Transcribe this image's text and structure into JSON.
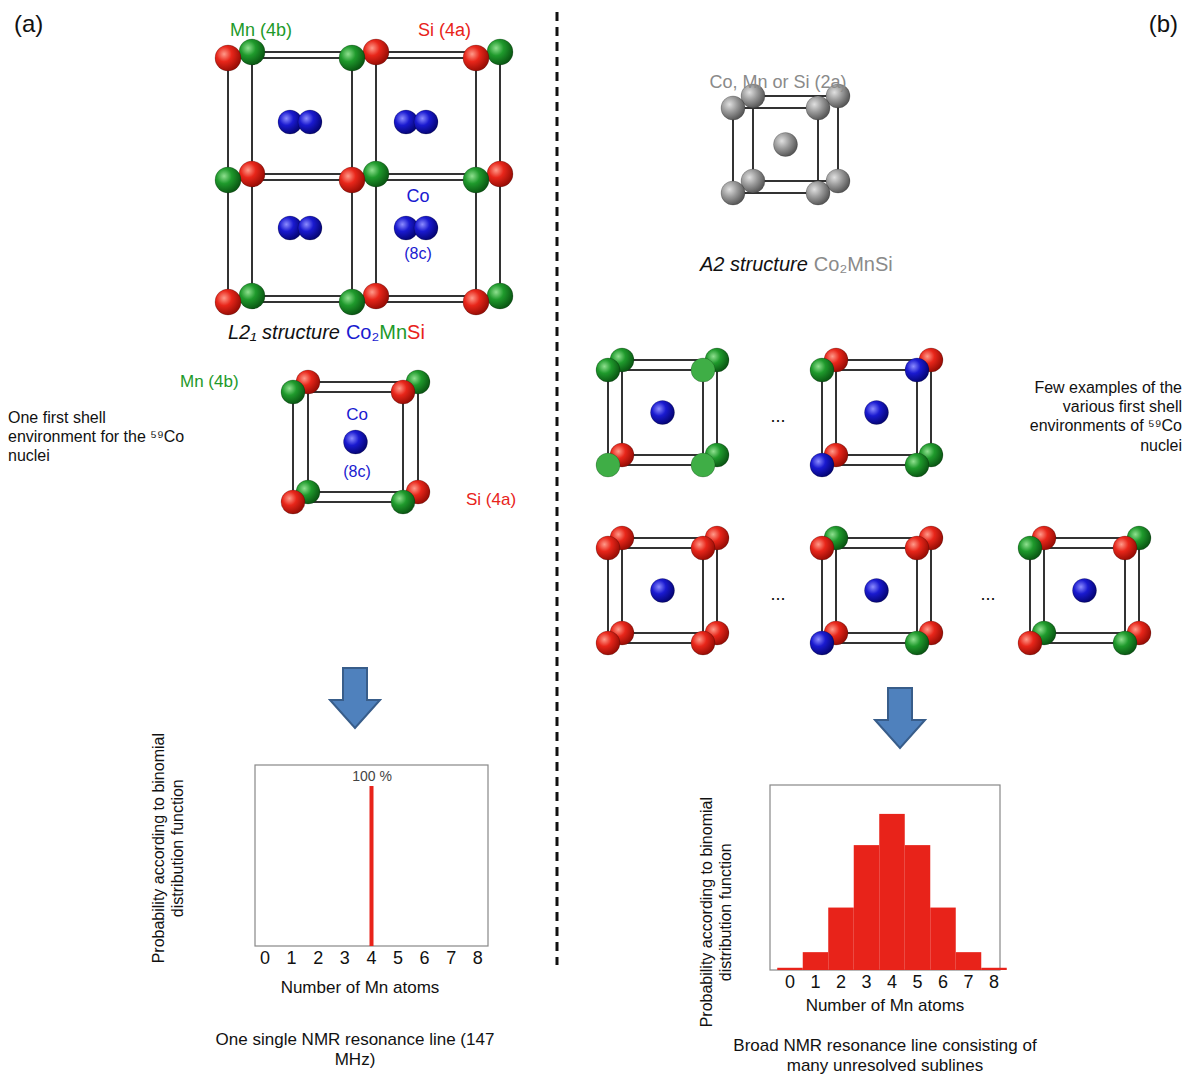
{
  "diagram": {
    "labels": [
      "(a)",
      "(b)",
      "Mn (4b)",
      "Si (4a)",
      "Co",
      "(8c)",
      "L2₁ structure",
      "Co₂",
      "Mn",
      "Si",
      "Mn (4b)",
      "One first shell environment for the ⁵⁹Co nuclei",
      "Co",
      "(8c)",
      "Si (4a)",
      "Probability according to binomial distribution function",
      "100 %",
      "0",
      "1",
      "2",
      "3",
      "4",
      "5",
      "6",
      "7",
      "8",
      "Number of Mn atoms",
      "One single NMR resonance line (147 MHz)",
      "Co, Mn or Si (2a)",
      "A2 structure",
      "Co₂MnSi",
      "Few examples of the various first shell environments of ⁵⁹Co nuclei",
      "...",
      "...",
      "...",
      "Probability according to binomial distribution function",
      "0",
      "1",
      "2",
      "3",
      "4",
      "5",
      "6",
      "7",
      "8",
      "Number of Mn atoms",
      "Broad NMR resonance line consisting of many unresolved sublines"
    ]
  }
}
